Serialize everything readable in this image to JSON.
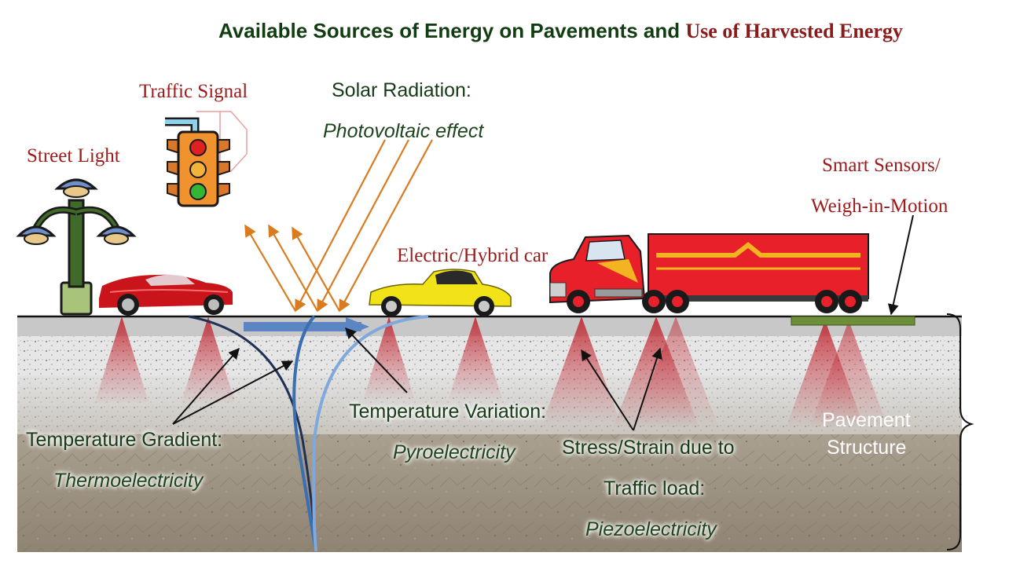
{
  "title": {
    "part1": "Available Sources of Energy on Pavements and",
    "part2": "Use of Harvested Energy"
  },
  "labels": {
    "traffic_signal": "Traffic Signal",
    "street_light": "Street Light",
    "solar_radiation": "Solar Radiation:",
    "photovoltaic": "Photovoltaic effect",
    "smart_sensors": "Smart Sensors/",
    "weigh_in_motion": "Weigh-in-Motion",
    "electric_car": "Electric/Hybrid car",
    "temperature_variation": "Temperature Variation:",
    "pyroelectricity": "Pyroelectricity",
    "temperature_gradient": "Temperature Gradient:",
    "thermoelectricity": "Thermoelectricity",
    "stress_strain": "Stress/Strain due to",
    "traffic_load": "Traffic load:",
    "piezoelectricity": "Piezoelectricity",
    "pavement": "Pavement",
    "structure": "Structure"
  },
  "colors": {
    "title_green": "#123d12",
    "use_red": "#8b1a1a",
    "solar_orange": "#d97b1f",
    "stress_red": "#c0202a",
    "curve_dark": "#1f2f55",
    "curve_mid": "#3a6fb0",
    "curve_light": "#7fa9dd",
    "sensor_green": "#6e8f3a"
  }
}
